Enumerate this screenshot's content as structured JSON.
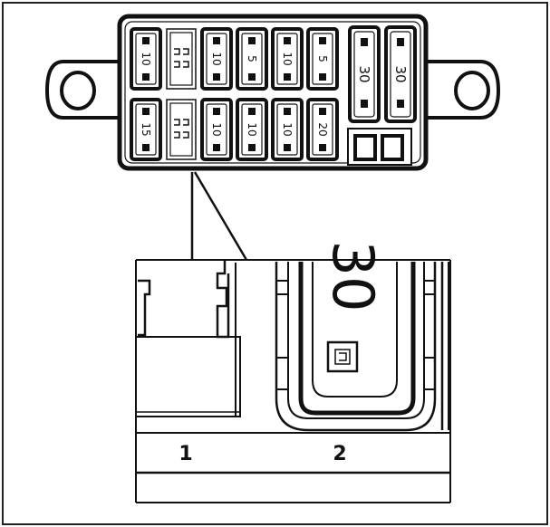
{
  "diagram": {
    "fuses_top": [
      {
        "rating": "10",
        "pos": "top-1"
      },
      {
        "rating": "",
        "pos": "top-2",
        "empty": true
      },
      {
        "rating": "10",
        "pos": "top-3"
      },
      {
        "rating": "5",
        "pos": "top-4"
      },
      {
        "rating": "10",
        "pos": "top-5"
      },
      {
        "rating": "5",
        "pos": "top-6"
      }
    ],
    "fuses_bottom": [
      {
        "rating": "15",
        "pos": "bottom-1"
      },
      {
        "rating": "",
        "pos": "bottom-2",
        "empty": true
      },
      {
        "rating": "10",
        "pos": "bottom-3"
      },
      {
        "rating": "10",
        "pos": "bottom-4"
      },
      {
        "rating": "10",
        "pos": "bottom-5"
      },
      {
        "rating": "20",
        "pos": "bottom-6"
      }
    ],
    "large_fuses": [
      "30",
      "30"
    ],
    "detail_fuse_rating": "30",
    "slot_labels": [
      "1",
      "2"
    ]
  }
}
